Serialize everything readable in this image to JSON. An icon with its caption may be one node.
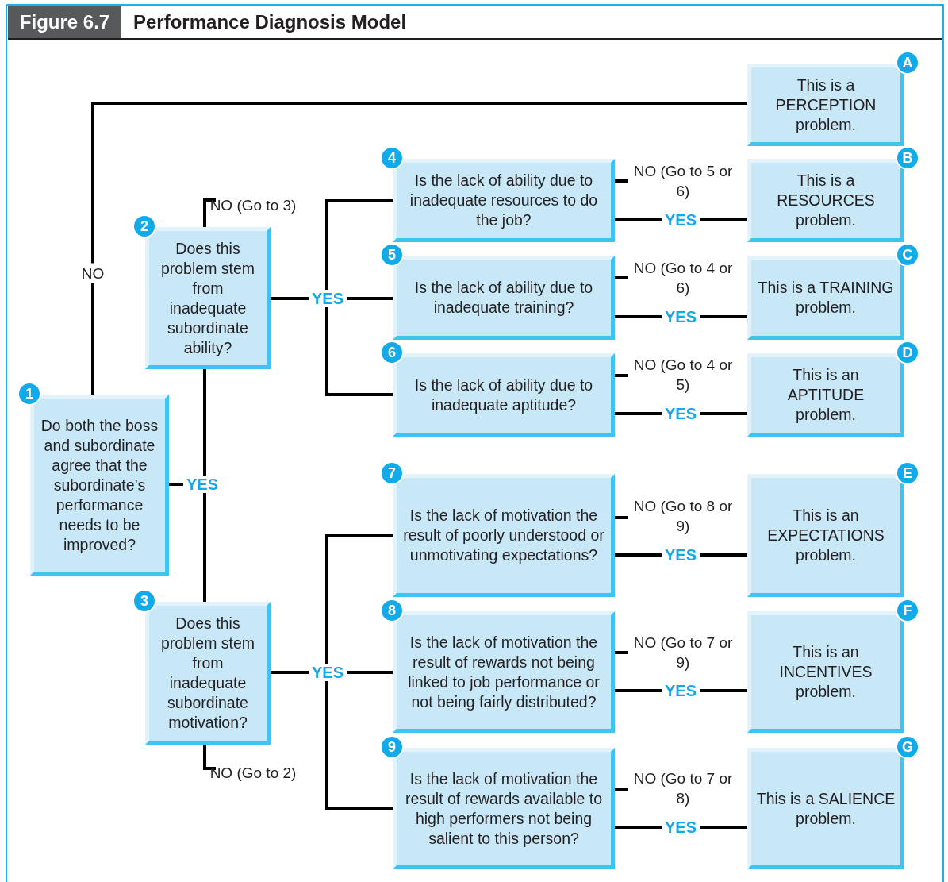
{
  "diagram": {
    "title": "Performance Diagnosis Model",
    "nodes": [
      {
        "text": [
          "1",
          "Do both the boss and subordinate agree that the subordinate’s performance needs to be improved?"
        ]
      },
      {
        "text": [
          "2",
          "Does this problem stem from inadequate subordinate ability?"
        ]
      },
      {
        "text": [
          "3",
          "Does this problem stem from inadequate subordinate motivation?"
        ]
      },
      {
        "text": [
          "4",
          "Is the lack of ability due to inadequate resources to do the job?"
        ]
      },
      {
        "text": [
          "5",
          "Is the lack of ability due to inadequate training?"
        ]
      },
      {
        "text": [
          "6",
          "Is the lack of ability due to inadequate aptitude?"
        ]
      },
      {
        "text": [
          "7",
          "Is the lack of motivation the result of poorly understood or unmotivating expectations?"
        ]
      },
      {
        "text": [
          "8",
          "Is the lack of motivation the result of rewards not being linked to job performance or not being fairly distributed?"
        ]
      },
      {
        "text": [
          "9",
          "Is the lack of motivation the result of rewards available to high performers not being salient to this person?"
        ]
      },
      {
        "text": [
          "A",
          "This is a PERCEPTION problem."
        ]
      },
      {
        "text": [
          "B",
          "This is a RESOURCES problem."
        ]
      },
      {
        "text": [
          "C",
          "This is a TRAINING problem."
        ]
      },
      {
        "text": [
          "D",
          "This is an APTITUDE problem."
        ]
      },
      {
        "text": [
          "E",
          "This is an EXPECTATIONS problem."
        ]
      },
      {
        "text": [
          "F",
          "This is an INCENTIVES problem."
        ]
      },
      {
        "text": [
          "G",
          "This is a SALIENCE problem."
        ]
      }
    ],
    "edges": [
      {
        "from": 0,
        "to": 9,
        "arrow": "none",
        "label": "NO"
      },
      {
        "from": 0,
        "to": 1,
        "arrow": "none",
        "label": "YES"
      },
      {
        "from": 0,
        "to": 2,
        "arrow": "none"
      },
      {
        "from": 1,
        "to": null,
        "arrow": "none",
        "label": "NO (Go to 3)"
      },
      {
        "from": 1,
        "to": 3,
        "arrow": "none"
      },
      {
        "from": 1,
        "to": 4,
        "arrow": "none",
        "label": "YES"
      },
      {
        "from": 1,
        "to": 5,
        "arrow": "none"
      },
      {
        "from": 2,
        "to": null,
        "arrow": "none",
        "label": "NO (Go to 2)"
      },
      {
        "from": 2,
        "to": 6,
        "arrow": "none"
      },
      {
        "from": 2,
        "to": 7,
        "arrow": "none",
        "label": "YES"
      },
      {
        "from": 2,
        "to": 8,
        "arrow": "none"
      },
      {
        "from": 3,
        "to": null,
        "arrow": "none",
        "label": "NO (Go to 5 or 6)"
      },
      {
        "from": 3,
        "to": 10,
        "arrow": "none",
        "label": "YES"
      },
      {
        "from": 4,
        "to": null,
        "arrow": "none",
        "label": "NO (Go to 4 or 6)"
      },
      {
        "from": 4,
        "to": 11,
        "arrow": "none",
        "label": "YES"
      },
      {
        "from": 5,
        "to": null,
        "arrow": "none",
        "label": "NO (Go to 4 or 5)"
      },
      {
        "from": 5,
        "to": 12,
        "arrow": "none",
        "label": "YES"
      },
      {
        "from": 6,
        "to": null,
        "arrow": "none",
        "label": "NO (Go to 8 or 9)"
      },
      {
        "from": 6,
        "to": 13,
        "arrow": "none",
        "label": "YES"
      },
      {
        "from": 7,
        "to": null,
        "arrow": "none",
        "label": "NO (Go to 7 or 9)"
      },
      {
        "from": 7,
        "to": 14,
        "arrow": "none",
        "label": "YES"
      },
      {
        "from": 8,
        "to": null,
        "arrow": "none",
        "label": "NO (Go to 7 or 8)"
      },
      {
        "from": 8,
        "to": 15,
        "arrow": "none",
        "label": "YES"
      }
    ],
    "labels": [
      "Figure 6.7"
    ]
  }
}
